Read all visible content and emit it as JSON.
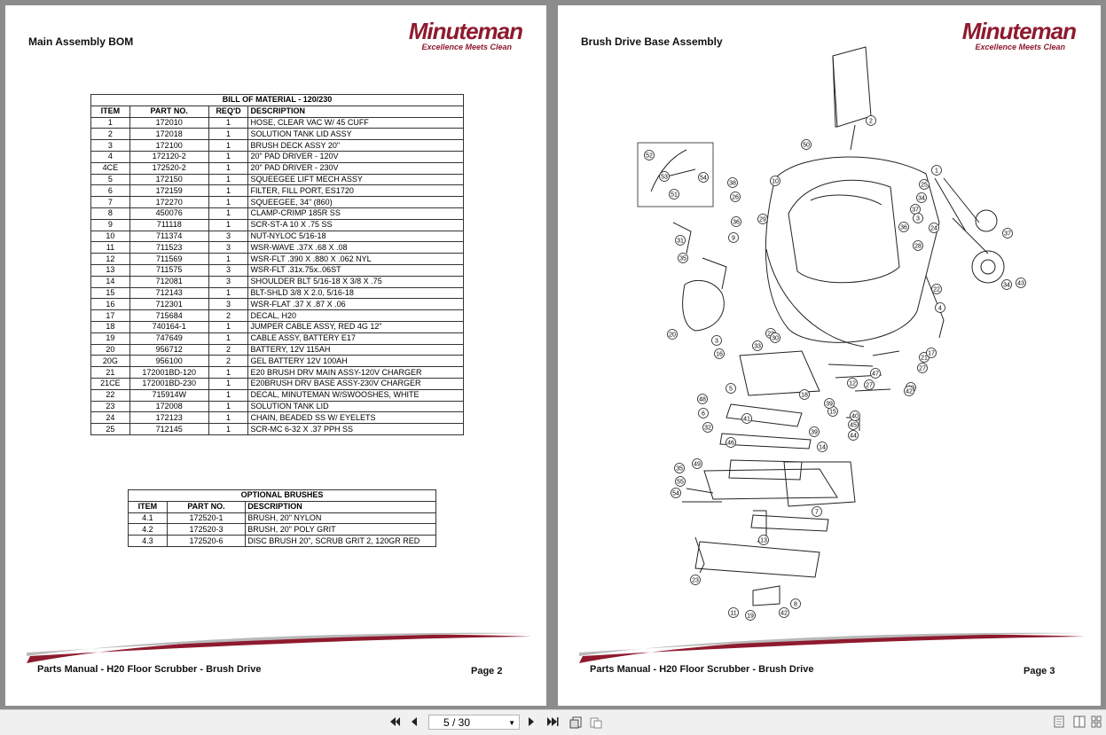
{
  "left_page": {
    "title": "Main Assembly BOM",
    "logo_brand": "Minuteman",
    "logo_tagline": "Excellence Meets Clean",
    "footer": "Parts Manual - H20 Floor Scrubber - Brush Drive",
    "page_label": "Page 2",
    "bom": {
      "caption": "BILL OF MATERIAL - 120/230",
      "headers": [
        "ITEM",
        "PART NO.",
        "REQ'D",
        "DESCRIPTION"
      ],
      "rows": [
        [
          "1",
          "172010",
          "1",
          "HOSE, CLEAR VAC W/ 45 CUFF"
        ],
        [
          "2",
          "172018",
          "1",
          "SOLUTION TANK LID ASSY"
        ],
        [
          "3",
          "172100",
          "1",
          "BRUSH DECK ASSY 20\""
        ],
        [
          "4",
          "172120-2",
          "1",
          "20\" PAD DRIVER - 120V"
        ],
        [
          "4CE",
          "172520-2",
          "1",
          "20\" PAD DRIVER - 230V"
        ],
        [
          "5",
          "172150",
          "1",
          "SQUEEGEE LIFT MECH ASSY"
        ],
        [
          "6",
          "172159",
          "1",
          "FILTER, FILL PORT, ES1720"
        ],
        [
          "7",
          "172270",
          "1",
          "SQUEEGEE, 34\" (860)"
        ],
        [
          "8",
          "450076",
          "1",
          "CLAMP-CRIMP 185R SS"
        ],
        [
          "9",
          "711118",
          "1",
          "SCR-ST-A 10 X .75 SS"
        ],
        [
          "10",
          "711374",
          "3",
          "NUT-NYLOC 5/16-18"
        ],
        [
          "11",
          "711523",
          "3",
          "WSR-WAVE .37X .68 X .08"
        ],
        [
          "12",
          "711569",
          "1",
          "WSR-FLT .390 X .880 X .062 NYL"
        ],
        [
          "13",
          "711575",
          "3",
          "WSR-FLT .31x.75x..06ST"
        ],
        [
          "14",
          "712081",
          "3",
          "SHOULDER BLT 5/16-18 X 3/8 X .75"
        ],
        [
          "15",
          "712143",
          "1",
          "BLT-SHLD 3/8 X 2.0, 5/16-18"
        ],
        [
          "16",
          "712301",
          "3",
          "WSR-FLAT .37 X .87 X .06"
        ],
        [
          "17",
          "715684",
          "2",
          "DECAL, H20"
        ],
        [
          "18",
          "740164-1",
          "1",
          "JUMPER CABLE ASSY, RED 4G 12\""
        ],
        [
          "19",
          "747649",
          "1",
          "CABLE ASSY, BATTERY E17"
        ],
        [
          "20",
          "956712",
          "2",
          "BATTERY, 12V 115AH"
        ],
        [
          "20G",
          "956100",
          "2",
          "GEL BATTERY 12V 100AH"
        ],
        [
          "21",
          "172001BD-120",
          "1",
          "E20 BRUSH DRV MAIN ASSY-120V CHARGER"
        ],
        [
          "21CE",
          "172001BD-230",
          "1",
          "E20BRUSH DRV BASE ASSY-230V CHARGER"
        ],
        [
          "22",
          "715914W",
          "1",
          "DECAL, MINUTEMAN W/SWOOSHES, WHITE"
        ],
        [
          "23",
          "172008",
          "1",
          "SOLUTION TANK LID"
        ],
        [
          "24",
          "172123",
          "1",
          "CHAIN, BEADED SS W/ EYELETS"
        ],
        [
          "25",
          "712145",
          "1",
          "SCR-MC 6-32 X .37 PPH SS"
        ]
      ]
    },
    "optional": {
      "caption": "OPTIONAL BRUSHES",
      "headers": [
        "ITEM",
        "PART NO.",
        "DESCRIPTION"
      ],
      "rows": [
        [
          "4.1",
          "172520-1",
          "BRUSH, 20\" NYLON"
        ],
        [
          "4.2",
          "172520-3",
          "BRUSH, 20\" POLY GRIT"
        ],
        [
          "4.3",
          "172520-6",
          "DISC BRUSH 20\", SCRUB GRIT 2, 120GR RED"
        ]
      ]
    }
  },
  "right_page": {
    "title": "Brush Drive Base Assembly",
    "logo_brand": "Minuteman",
    "logo_tagline": "Excellence Meets Clean",
    "footer": "Parts Manual - H20 Floor Scrubber - Brush Drive",
    "page_label": "Page 3",
    "callouts": [
      "2",
      "50",
      "52",
      "53",
      "54",
      "51",
      "1",
      "25",
      "34",
      "37",
      "38",
      "26",
      "10",
      "36",
      "29",
      "31",
      "9",
      "35",
      "28",
      "20",
      "3",
      "24",
      "36",
      "37",
      "34",
      "43",
      "3",
      "33",
      "23",
      "16",
      "30",
      "32",
      "6",
      "5",
      "22",
      "4",
      "21",
      "17",
      "27",
      "47",
      "39",
      "40",
      "12",
      "27",
      "42",
      "48",
      "41",
      "15",
      "18",
      "39",
      "45",
      "40",
      "44",
      "46",
      "14",
      "35",
      "55",
      "54",
      "49",
      "7",
      "13",
      "23",
      "11",
      "19",
      "42",
      "8"
    ]
  },
  "toolbar": {
    "first_page_icon": "first-page-icon",
    "prev_page_icon": "prev-page-icon",
    "page_value": "5 / 30",
    "next_page_icon": "next-page-icon",
    "last_page_icon": "last-page-icon",
    "single_page_view_icon": "single-page-view-icon",
    "two_page_view_icon": "two-page-view-icon",
    "view_mode_icons": [
      "single-view-icon",
      "book-view-icon",
      "grid-view-icon"
    ]
  },
  "colors": {
    "brand": "#8e1a2e",
    "viewer_bg": "#8c8c8c",
    "toolbar_bg": "#f0f0f0"
  }
}
